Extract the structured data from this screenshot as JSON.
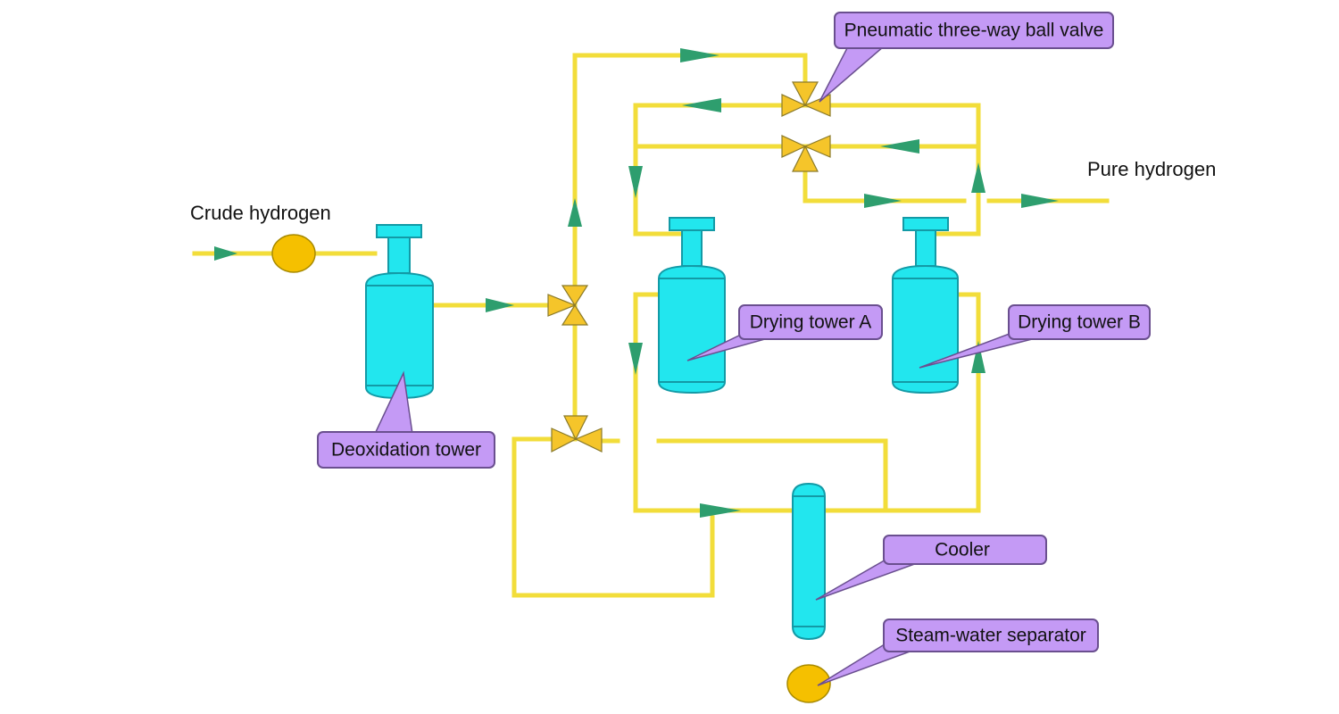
{
  "labels": {
    "crude_hydrogen": "Crude hydrogen",
    "pure_hydrogen": "Pure hydrogen"
  },
  "callouts": {
    "valve": "Pneumatic three-way ball valve",
    "deoxidation_tower": "Deoxidation tower",
    "drying_tower_a": "Drying tower A",
    "drying_tower_b": "Drying tower B",
    "cooler": "Cooler",
    "separator": "Steam-water separator"
  },
  "colors": {
    "pipe": "#f2dd3a",
    "tank_fill": "#22e6ee",
    "tank_stroke": "#139aa6",
    "arrow": "#2e9e6e",
    "valve_fill": "#f5c52a",
    "pump_fill": "#f5c000",
    "callout_fill": "#c49af5"
  }
}
